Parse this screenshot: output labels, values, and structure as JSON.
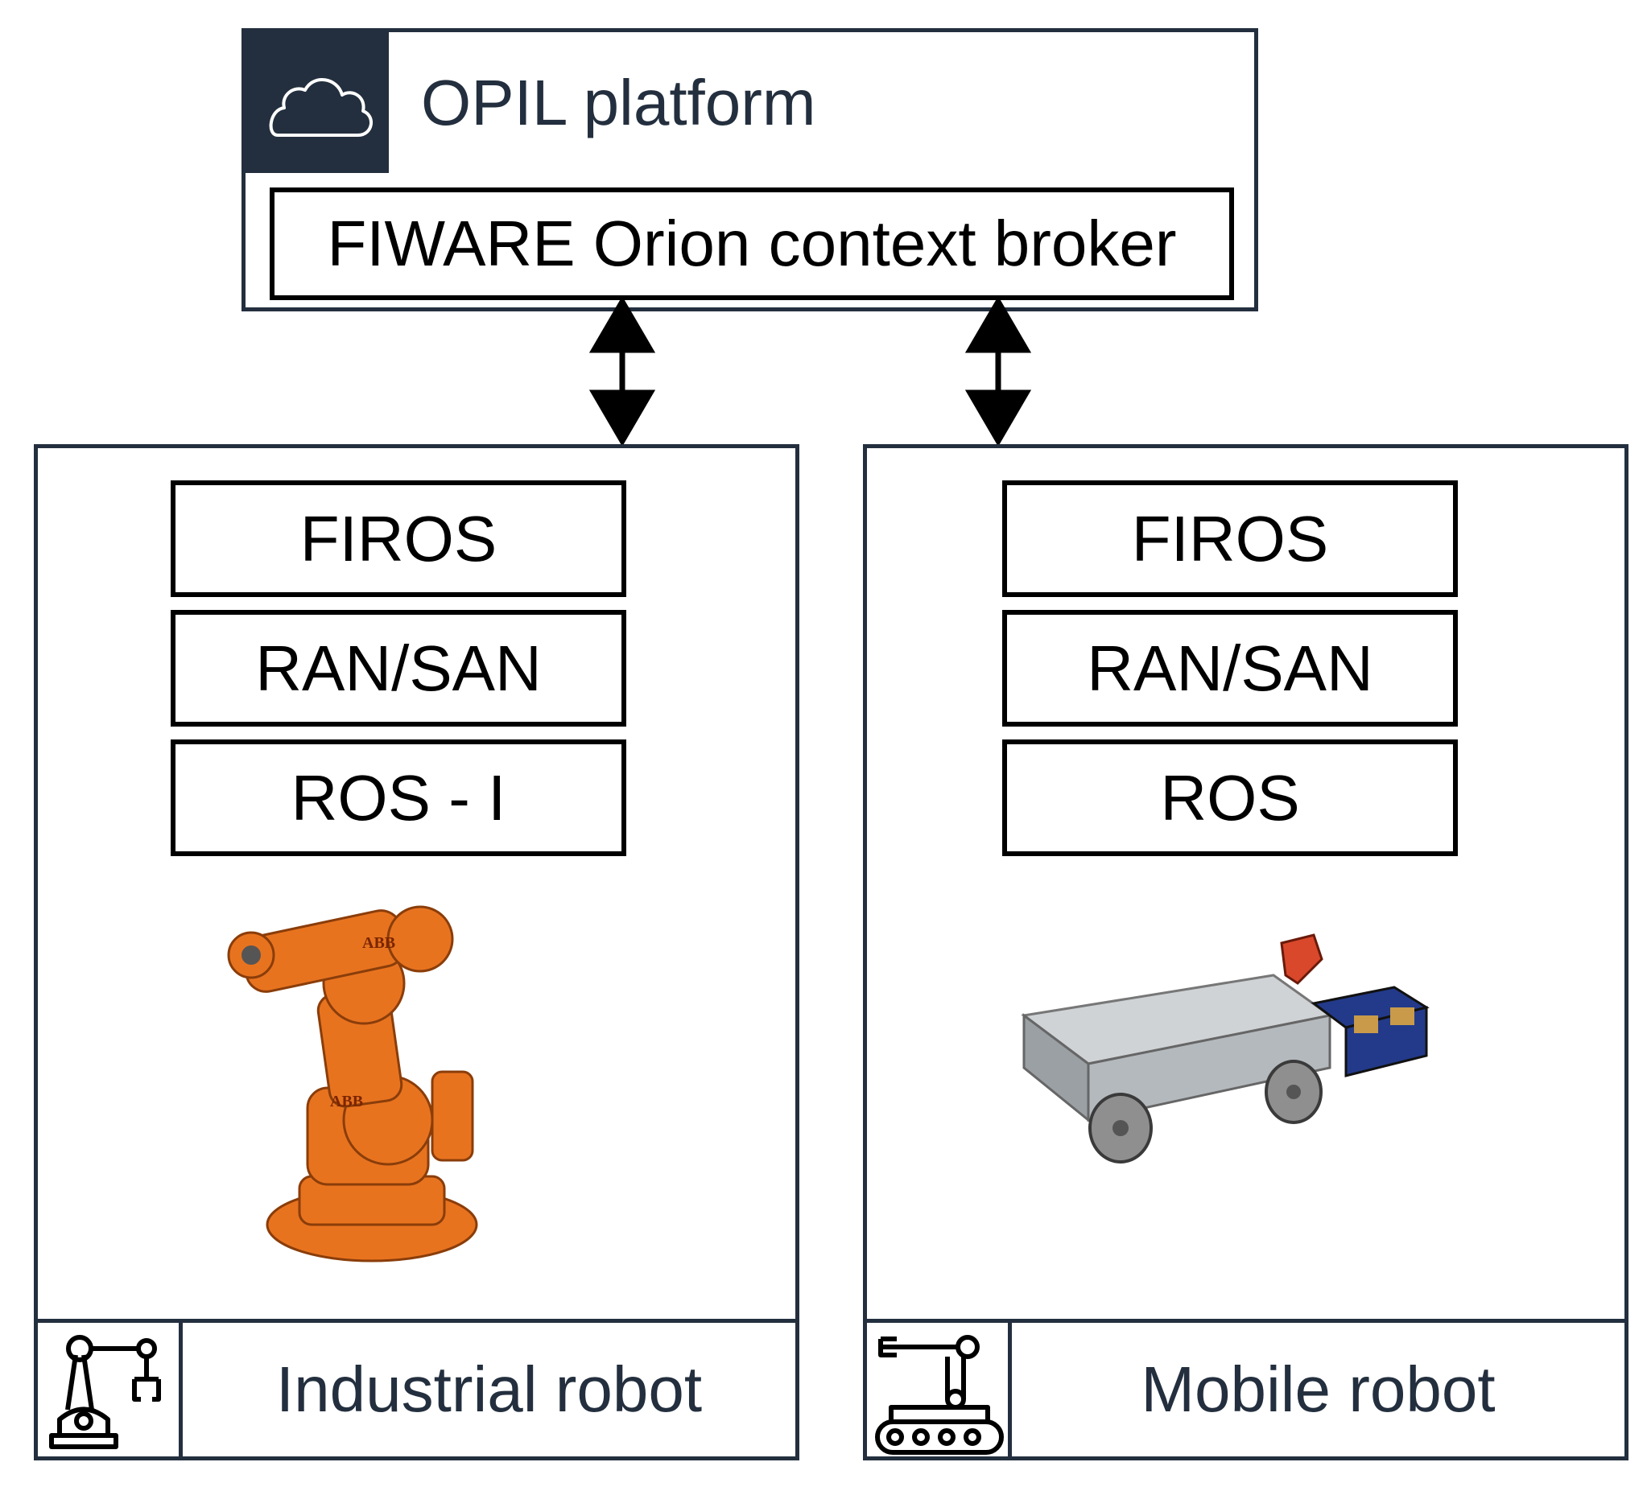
{
  "platform": {
    "title": "OPIL platform",
    "broker_label": "FIWARE Orion context broker",
    "icon": "cloud-icon"
  },
  "industrial_robot": {
    "stack": [
      "FIROS",
      "RAN/SAN",
      "ROS - I"
    ],
    "label": "Industrial robot",
    "icon": "robot-arm-icon",
    "photo": "abb-robot-arm-image"
  },
  "mobile_robot": {
    "stack": [
      "FIROS",
      "RAN/SAN",
      "ROS"
    ],
    "label": "Mobile robot",
    "icon": "tracked-robot-icon",
    "photo": "mobile-platform-image"
  },
  "colors": {
    "frame": "#232f3e",
    "robot_orange": "#e8731f",
    "crate_blue": "#233a8a"
  }
}
